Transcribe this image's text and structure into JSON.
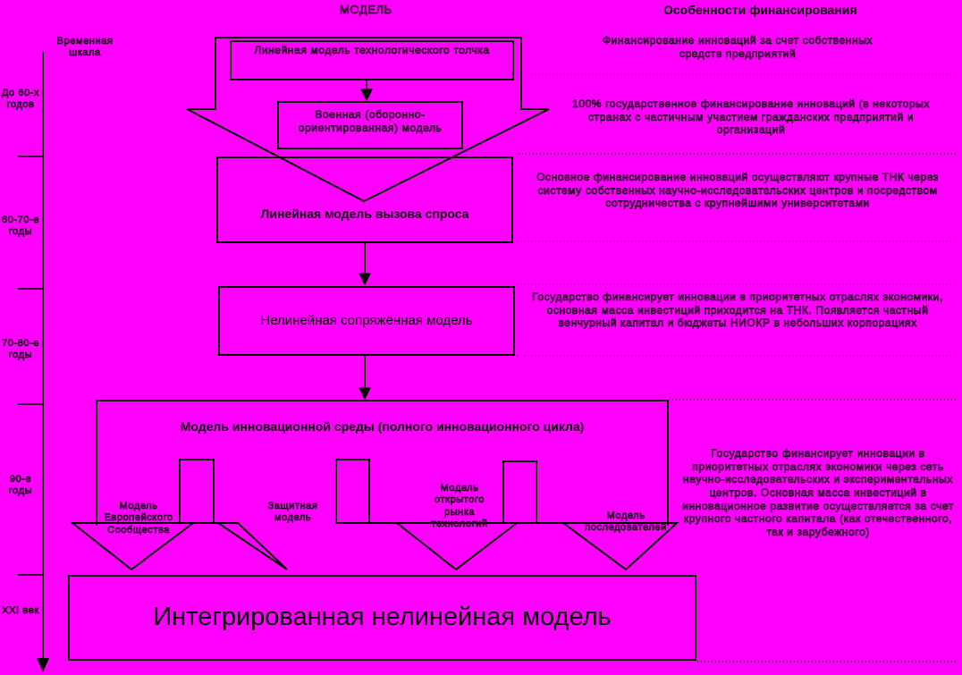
{
  "header": {
    "model": "МОДЕЛЬ",
    "financing": "Особенности финансирования"
  },
  "timescale": {
    "label": "Временная шкала",
    "periods": [
      "До 60-х годов",
      "60-70-е годы",
      "70-80-е годы",
      "90-е годы",
      "XXI век"
    ]
  },
  "models": {
    "tech_push": "Линейная модель технологического толчка",
    "military": "Военная (оборонно-ориентированная) модель",
    "demand_pull": "Линейная модель вызова спроса",
    "coupled": "Нелинейная сопряжённая модель",
    "environment": "Модель инновационной среды (полного инновационного цикла)",
    "european": "Модель Европейского Сообщества",
    "protective": "Защитная модель",
    "open_market": "Модель открытого рынка технологий",
    "follower": "Модель последователей",
    "integrated": "Интегрированная нелинейная модель"
  },
  "financing": {
    "f1": "Финансирование инноваций за счет собственных средств предприятий",
    "f2": "100% государственное финансирование инноваций (в некоторых странах с частичным участием гражданских предприятий и организаций",
    "f3": "Основное финансирование инноваций осуществляют крупные ТНК через систему собственных научно-исследовательских центров и посредством сотрудничества с крупнейшими университетами",
    "f4": "Государство финансирует инновации в приоритетных отраслях экономики, основная масса инвестиций приходится на ТНК. Появляется частный венчурный капитал и бюджеты НИОКР в небольших корпорациях",
    "f5": "Государство финансирует инновации в приоритетных отраслях экономики через сеть научно-исследовательских и экспериментальных центров. Основная масса инвестиций в инновационное развитие осуществляется за счет крупного частного капитала (как отечественного, так и зарубежного)"
  }
}
